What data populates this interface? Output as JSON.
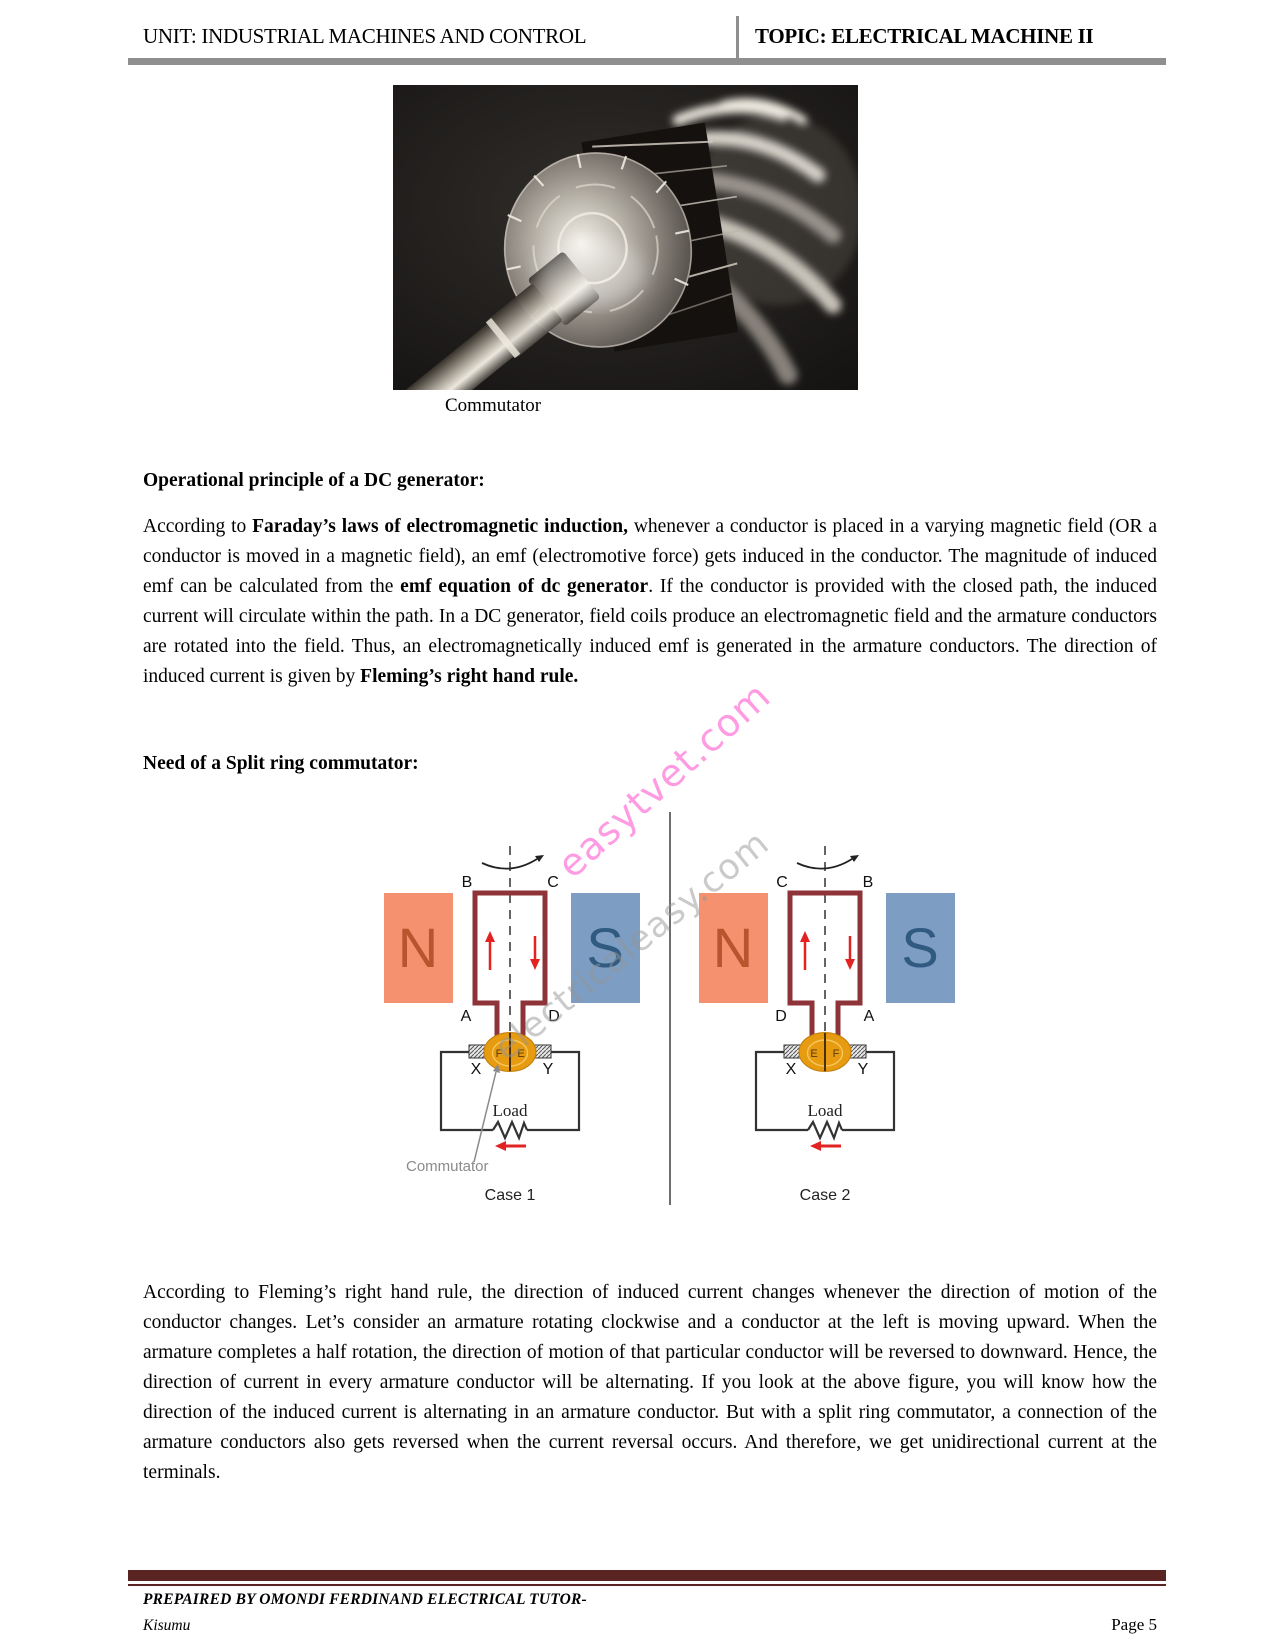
{
  "header": {
    "unit": "UNIT: INDUSTRIAL MACHINES AND CONTROL",
    "topic": "TOPIC: ELECTRICAL MACHINE II",
    "rule_color": "#8f8f8f"
  },
  "photo": {
    "caption": "Commutator",
    "description": "black-and-white close-up photo of a motor armature with commutator and shaft"
  },
  "headings": {
    "principle": "Operational principle of a DC generator:",
    "split_ring": "Need of a Split ring commutator:"
  },
  "para1": {
    "s1": "According to ",
    "s2": "Faraday’s laws of electromagnetic induction,",
    "s3": " whenever a conductor is placed in a varying magnetic field (OR a conductor is moved in a magnetic field), an emf (electromotive force) gets induced in the conductor. The magnitude of induced emf can be calculated from the ",
    "s4": "emf equation of dc generator",
    "s5": ". If the conductor is provided with the closed path, the induced current will circulate within the path. In a DC generator, field coils produce an electromagnetic field and the armature conductors are rotated into the field. Thus, an electromagnetically induced emf is generated in the armature conductors. The direction of induced current is given by ",
    "s6": "Fleming’s right hand rule."
  },
  "para2": "According to Fleming’s right hand rule, the direction of induced current changes whenever the direction of motion of the conductor changes. Let’s consider an armature rotating clockwise and a conductor at the left is moving upward. When the armature completes a half rotation, the direction of motion of that particular conductor will be reversed to downward. Hence, the direction of current in every armature conductor will be alternating. If you look at the above figure, you will know how the direction of the induced current is alternating in an armature conductor. But with a split ring commutator, a connection of the armature conductors also gets reversed when the current reversal occurs. And therefore, we get unidirectional current at the terminals.",
  "watermarks": {
    "pink_text": "easytvet.com",
    "pink_color": "#ff8add",
    "gray_text": "electricaleasy.com",
    "gray_color": "#969696"
  },
  "diagram": {
    "colors": {
      "magnet_n": "#f5916f",
      "magnet_n_text": "#b9542e",
      "magnet_s": "#7d9dc2",
      "magnet_s_text": "#305a80",
      "loop": "#8e3338",
      "commutator": "#e79b10",
      "commutator_ring": "#f6c75c",
      "arrow_red": "#e32222",
      "wire": "#333333",
      "annotation_gray": "#8a8a8a"
    },
    "case1": {
      "label": "Case 1",
      "magnet_left": "N",
      "magnet_right": "S",
      "corner_top_left": "B",
      "corner_top_right": "C",
      "corner_bottom_left": "A",
      "corner_bottom_right": "D",
      "segment_left": "F",
      "segment_right": "E",
      "brush_left": "X",
      "brush_right": "Y",
      "load_label": "Load",
      "annotation": "Commutator"
    },
    "case2": {
      "label": "Case 2",
      "magnet_left": "N",
      "magnet_right": "S",
      "corner_top_left": "C",
      "corner_top_right": "B",
      "corner_bottom_left": "D",
      "corner_bottom_right": "A",
      "segment_left": "E",
      "segment_right": "F",
      "brush_left": "X",
      "brush_right": "Y",
      "load_label": "Load"
    }
  },
  "footer": {
    "prepared_by": "PREPAIRED BY OMONDI FERDINAND ELECTRICAL TUTOR-",
    "location": "Kisumu",
    "page": "Page 5",
    "bar_color": "#5a2422"
  }
}
